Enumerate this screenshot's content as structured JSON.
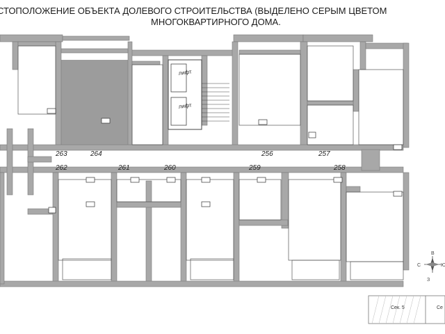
{
  "title": {
    "line1": "СТОПОЛОЖЕНИЕ ОБЪЕКТА ДОЛЕВОГО СТРОИТЕЛЬСТВА (ВЫДЕЛЕНО СЕРЫМ ЦВЕТОМ",
    "line2": "МНОГОКВАРТИРНОГО ДОМА."
  },
  "apartments": {
    "top": [
      "263",
      "264",
      "256",
      "257"
    ],
    "bottom": [
      "262",
      "261",
      "260",
      "259",
      "258"
    ]
  },
  "lift_label": "лифт",
  "compass": {
    "n": "В",
    "w": "С",
    "e": "Ю",
    "s": "З"
  },
  "legend": {
    "sec5": "Сек. 5",
    "sec_next": "Се"
  },
  "colors": {
    "wall": "#9a9a9a",
    "highlight": "#9c9c9c",
    "line": "#666666"
  }
}
